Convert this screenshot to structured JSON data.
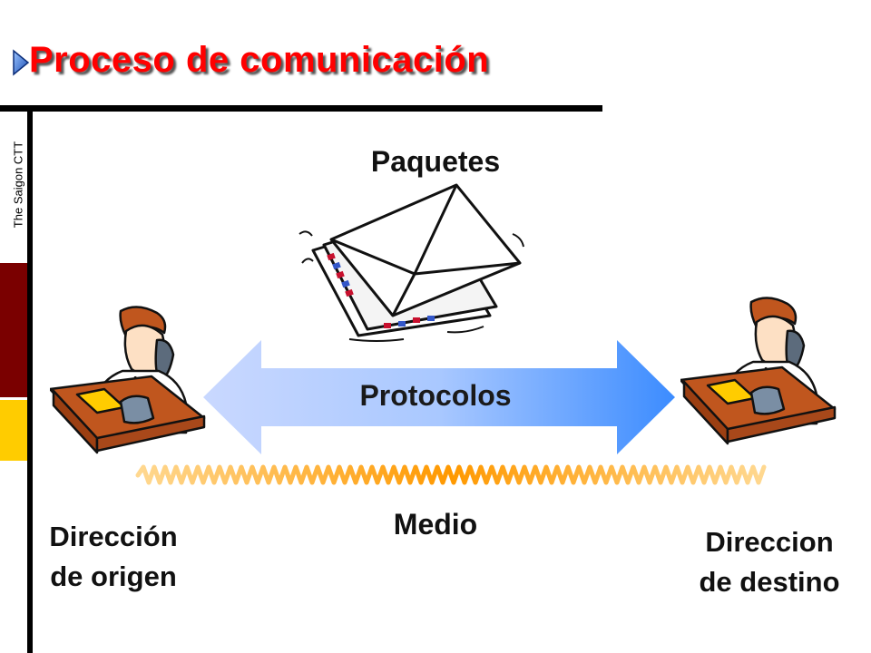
{
  "title": "Proceso de comunicación",
  "side_label": "The Saigon CTT",
  "labels": {
    "packets": "Paquetes",
    "protocols": "Protocolos",
    "medium": "Medio",
    "source_line1": "Dirección",
    "source_line2": "de origen",
    "destination_line1": "Direccion",
    "destination_line2": "de destino"
  },
  "colors": {
    "title": "#ff0000",
    "band_dark": "#7a0000",
    "band_yellow": "#ffcc00",
    "arrow_light": "#c9d8ff",
    "arrow_dark": "#3c8cff",
    "wave": "#ff9900"
  },
  "icons": [
    "bullet-arrow-icon",
    "envelopes-clipart",
    "person-on-phone-clipart"
  ]
}
